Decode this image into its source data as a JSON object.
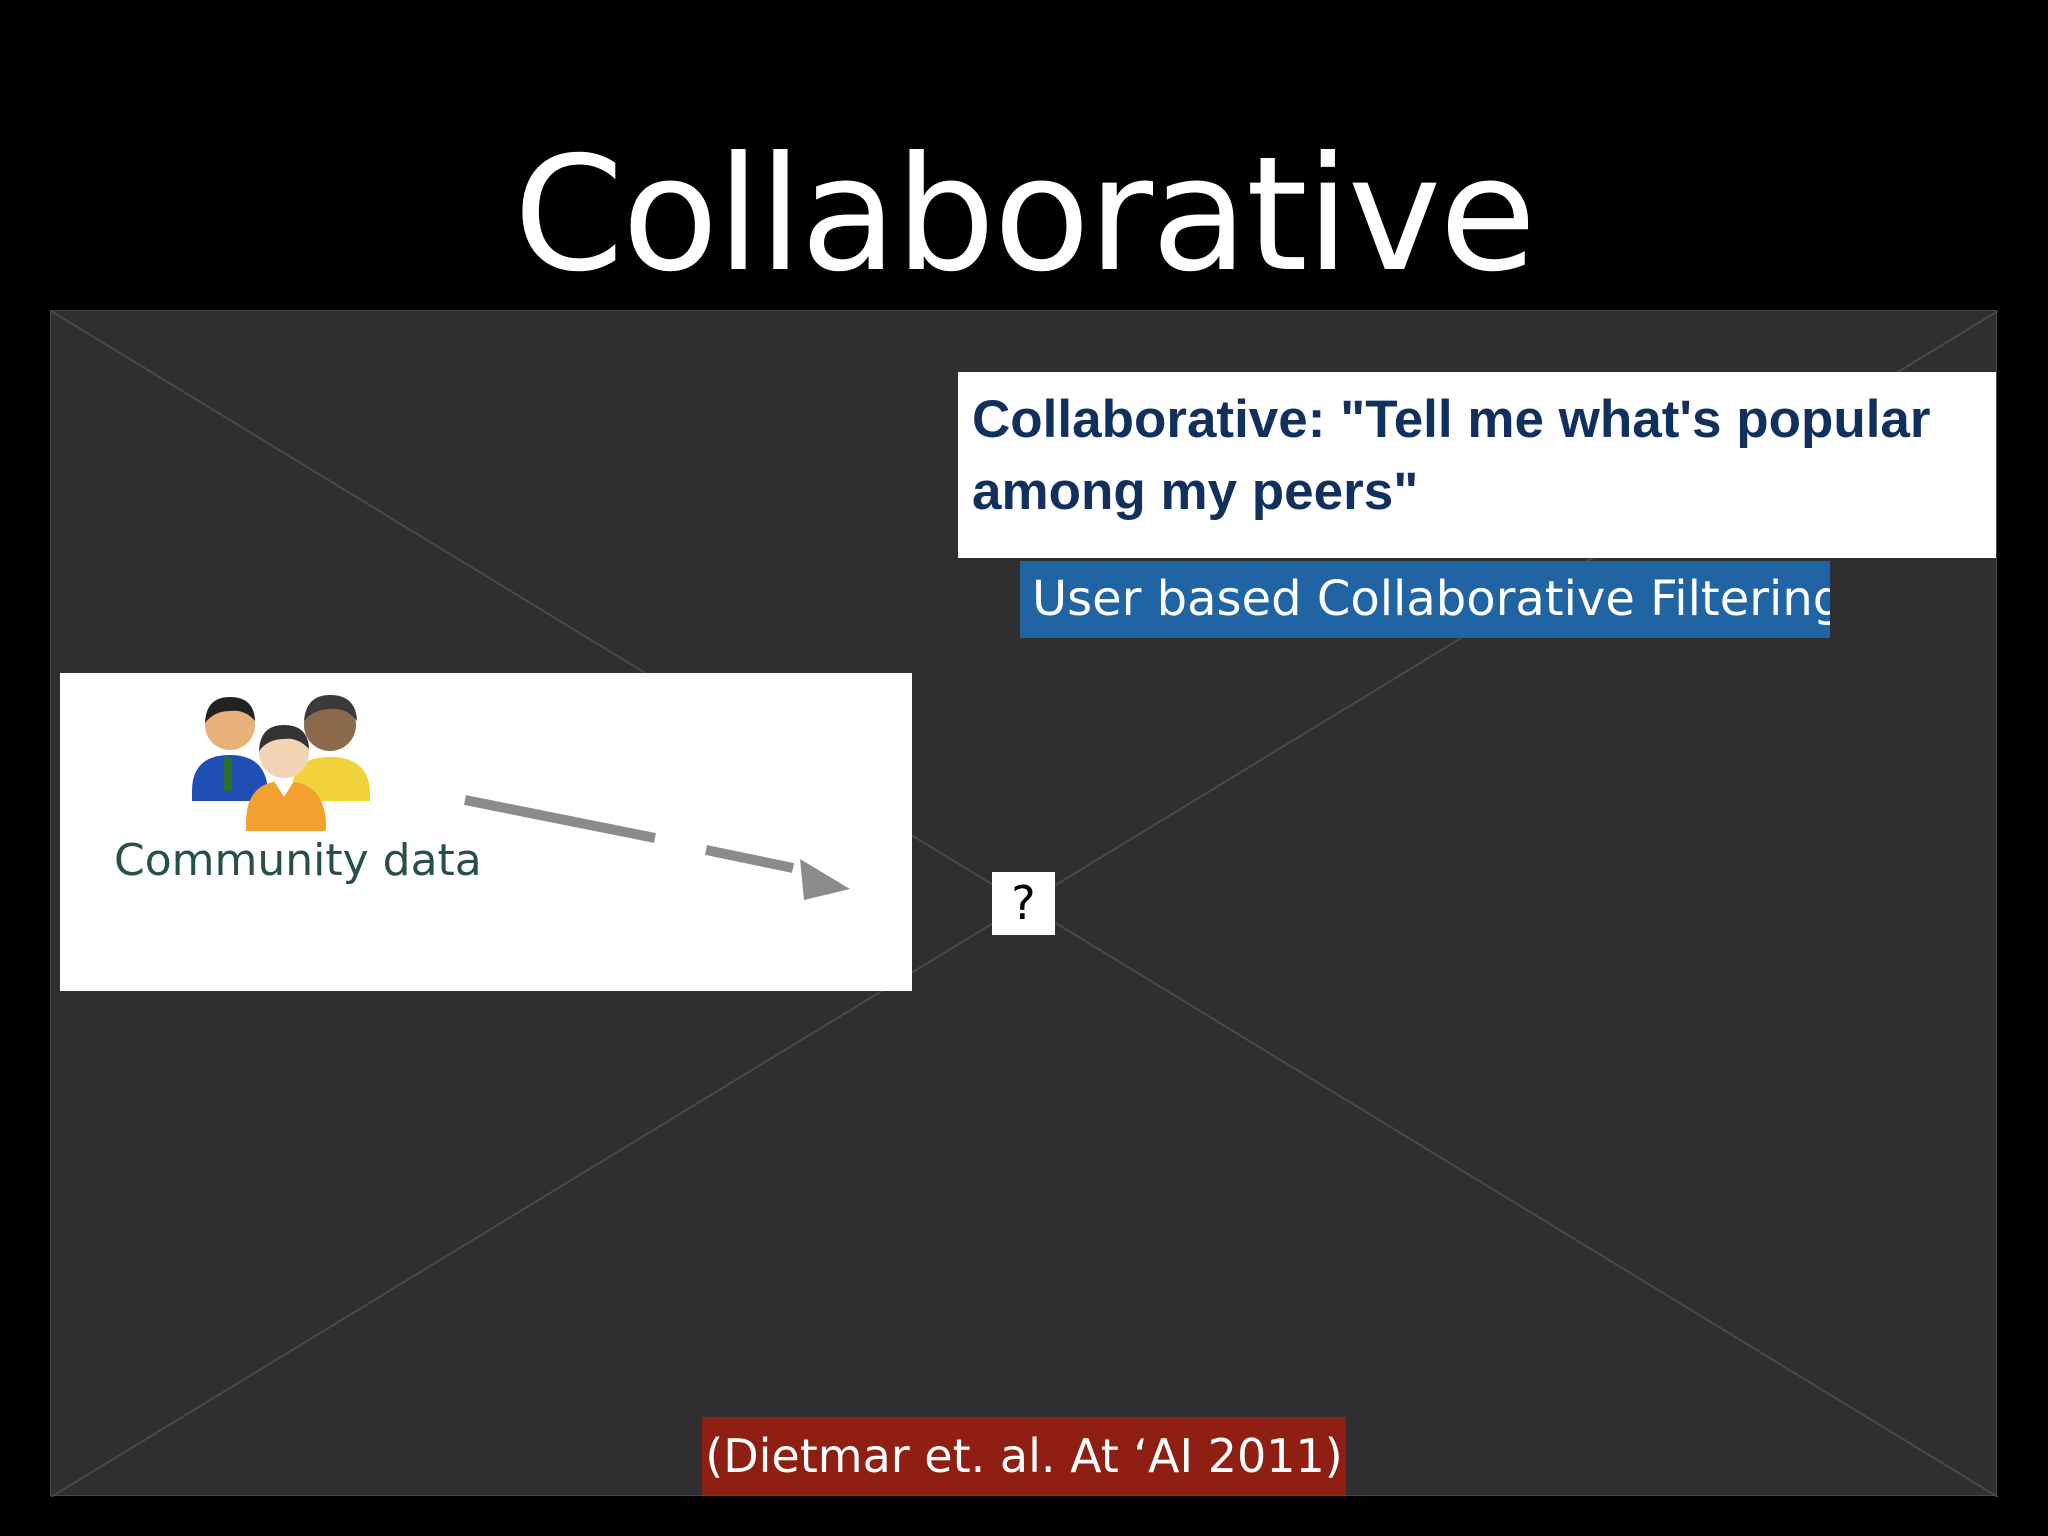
{
  "slide": {
    "title": "Collaborative",
    "background_color": "#000000",
    "panel_color": "#2f2e30"
  },
  "quote": {
    "text": "Collaborative: \"Tell me what's popular among my peers\"",
    "color": "#11305e"
  },
  "badge": {
    "text": "User based Collaborative Filtering",
    "color": "#2164a3"
  },
  "community": {
    "label": "Community data",
    "icon": "people-group-icon",
    "arrow": "dashed-arrow-right-icon"
  },
  "result": {
    "text": "?"
  },
  "citation": {
    "text": "(Dietmar et. al. At ‘AI 2011)",
    "color": "#8e1f12"
  }
}
